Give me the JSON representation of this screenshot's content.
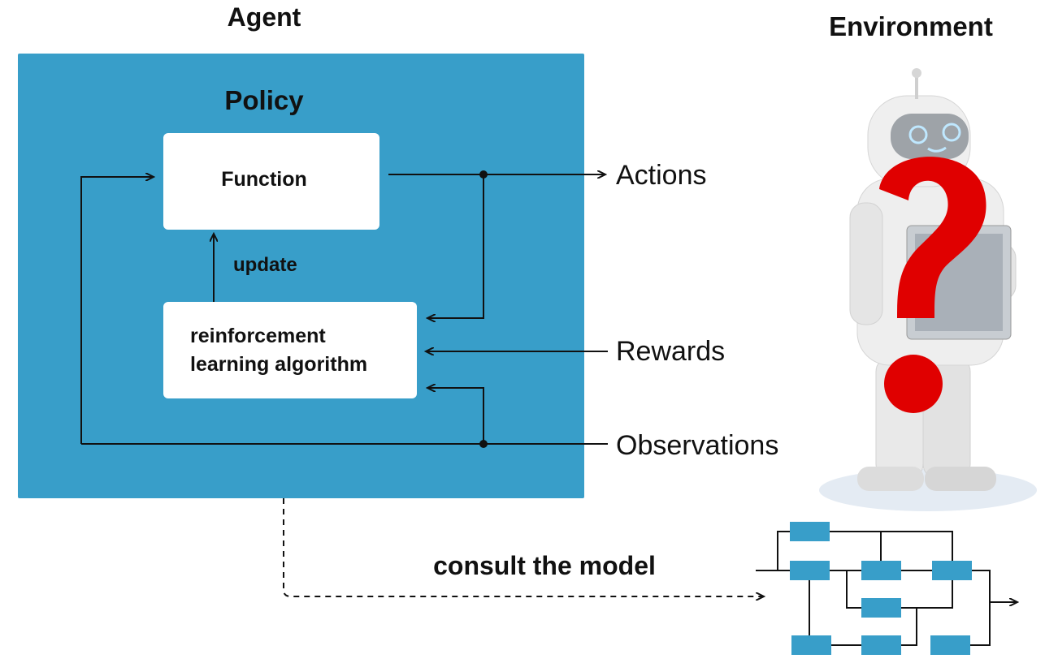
{
  "headings": {
    "agent": "Agent",
    "environment": "Environment",
    "policy": "Policy"
  },
  "boxes": {
    "function": "Function",
    "rl_line1": "reinforcement",
    "rl_line2": "learning algorithm"
  },
  "labels": {
    "update": "update",
    "actions": "Actions",
    "rewards": "Rewards",
    "observations": "Observations",
    "consult": "consult the model"
  },
  "colors": {
    "agent_box": "#389ec9",
    "model_block": "#389ec9",
    "question_mark": "#e00000",
    "robot": "#e6e6e6"
  },
  "icons": {
    "environment": "robot-with-question-mark-icon",
    "model": "block-diagram-model-icon"
  }
}
